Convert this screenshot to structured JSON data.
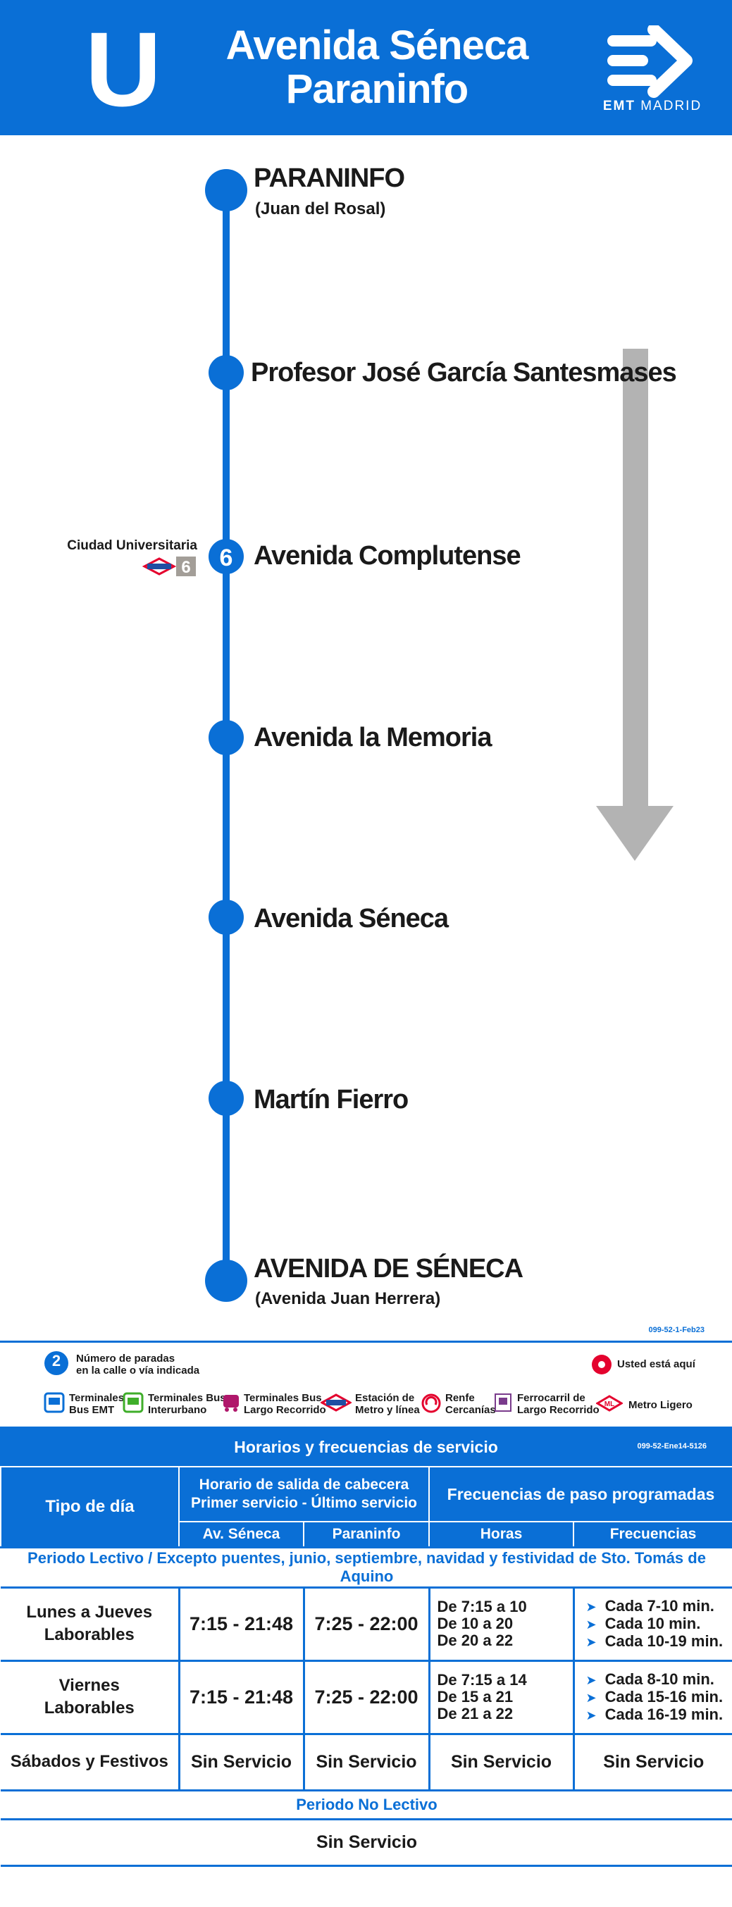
{
  "header": {
    "line": "U",
    "title_line1": "Avenida Séneca",
    "title_line2": "Paraninfo",
    "brand": "EMT",
    "brand_city": "MADRID"
  },
  "stops": [
    {
      "name": "PARANINFO",
      "sub": "(Juan del Rosal)"
    },
    {
      "name": "Profesor José García Santesmases",
      "sub": ""
    },
    {
      "name": "Avenida Complutense",
      "sub": "",
      "badge": "6"
    },
    {
      "name": "Avenida la Memoria",
      "sub": ""
    },
    {
      "name": "Avenida Séneca",
      "sub": ""
    },
    {
      "name": "Martín Fierro",
      "sub": ""
    },
    {
      "name": "AVENIDA DE SÉNECA",
      "sub": "(Avenida Juan Herrera)"
    }
  ],
  "connection": {
    "station": "Ciudad Universitaria",
    "metro_line": "6"
  },
  "doc_code": "099-52-1-Feb23",
  "legend": {
    "badge": "2",
    "stops_count_l1": "Número de paradas",
    "stops_count_l2": "en la calle o vía indicada",
    "you_are_here": "Usted está aquí",
    "items": [
      {
        "l1": "Terminales",
        "l2": "Bus EMT"
      },
      {
        "l1": "Terminales Bus",
        "l2": "Interurbano"
      },
      {
        "l1": "Terminales Bus",
        "l2": "Largo Recorrido"
      },
      {
        "l1": "Estación de",
        "l2": "Metro y línea"
      },
      {
        "l1": "Renfe",
        "l2": "Cercanías"
      },
      {
        "l1": "Ferrocarril de",
        "l2": "Largo Recorrido"
      },
      {
        "l1": "Metro Ligero",
        "l2": ""
      }
    ]
  },
  "schedule": {
    "title": "Horarios y frecuencias de servicio",
    "code": "099-52-Ene14-5126",
    "col_tipo": "Tipo de día",
    "col_horario_l1": "Horario de salida de cabecera",
    "col_horario_l2": "Primer servicio - Último servicio",
    "col_freq": "Frecuencias de paso programadas",
    "sub_origin": "Av. Séneca",
    "sub_dest": "Paraninfo",
    "sub_horas": "Horas",
    "sub_freqs": "Frecuencias",
    "period1": "Periodo Lectivo / Excepto puentes, junio, septiembre, navidad y festividad de Sto. Tomás de Aquino",
    "rows": [
      {
        "day_l1": "Lunes a Jueves",
        "day_l2": "Laborables",
        "origin": "7:15 - 21:48",
        "dest": "7:25 - 22:00",
        "hours": [
          "De 7:15 a 10",
          "De 10 a 20",
          "De 20 a 22"
        ],
        "freqs": [
          "Cada 7-10 min.",
          "Cada 10 min.",
          "Cada 10-19 min."
        ]
      },
      {
        "day_l1": "Viernes",
        "day_l2": "Laborables",
        "origin": "7:15 - 21:48",
        "dest": "7:25 - 22:00",
        "hours": [
          "De 7:15 a 14",
          "De 15 a 21",
          "De 21 a 22"
        ],
        "freqs": [
          "Cada 8-10 min.",
          "Cada 15-16 min.",
          "Cada 16-19 min."
        ]
      },
      {
        "day_l1": "Sábados y Festivos",
        "day_l2": "",
        "origin": "Sin Servicio",
        "dest": "Sin Servicio",
        "hours_single": "Sin Servicio",
        "freqs_single": "Sin Servicio"
      }
    ],
    "period2": "Periodo No Lectivo",
    "period2_value": "Sin Servicio"
  },
  "colors": {
    "brand_blue": "#0a6fd6",
    "arrow_gray": "#b3b3b3",
    "metro_red": "#e4032e",
    "badge_gray": "#a39e98"
  }
}
